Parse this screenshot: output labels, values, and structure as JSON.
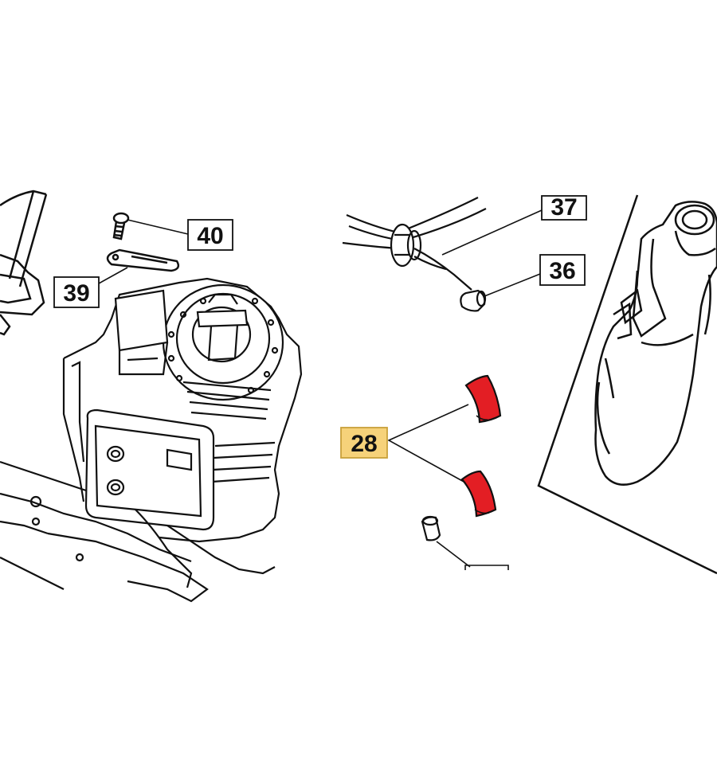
{
  "callouts": {
    "c40": "40",
    "c39": "39",
    "c37": "37",
    "c36": "36",
    "c28": "28"
  },
  "colors": {
    "highlight_fill": "#F6D27A",
    "highlight_border": "#C9A03A",
    "part_red": "#E31E24",
    "line": "#111111",
    "background": "#FFFFFF"
  }
}
